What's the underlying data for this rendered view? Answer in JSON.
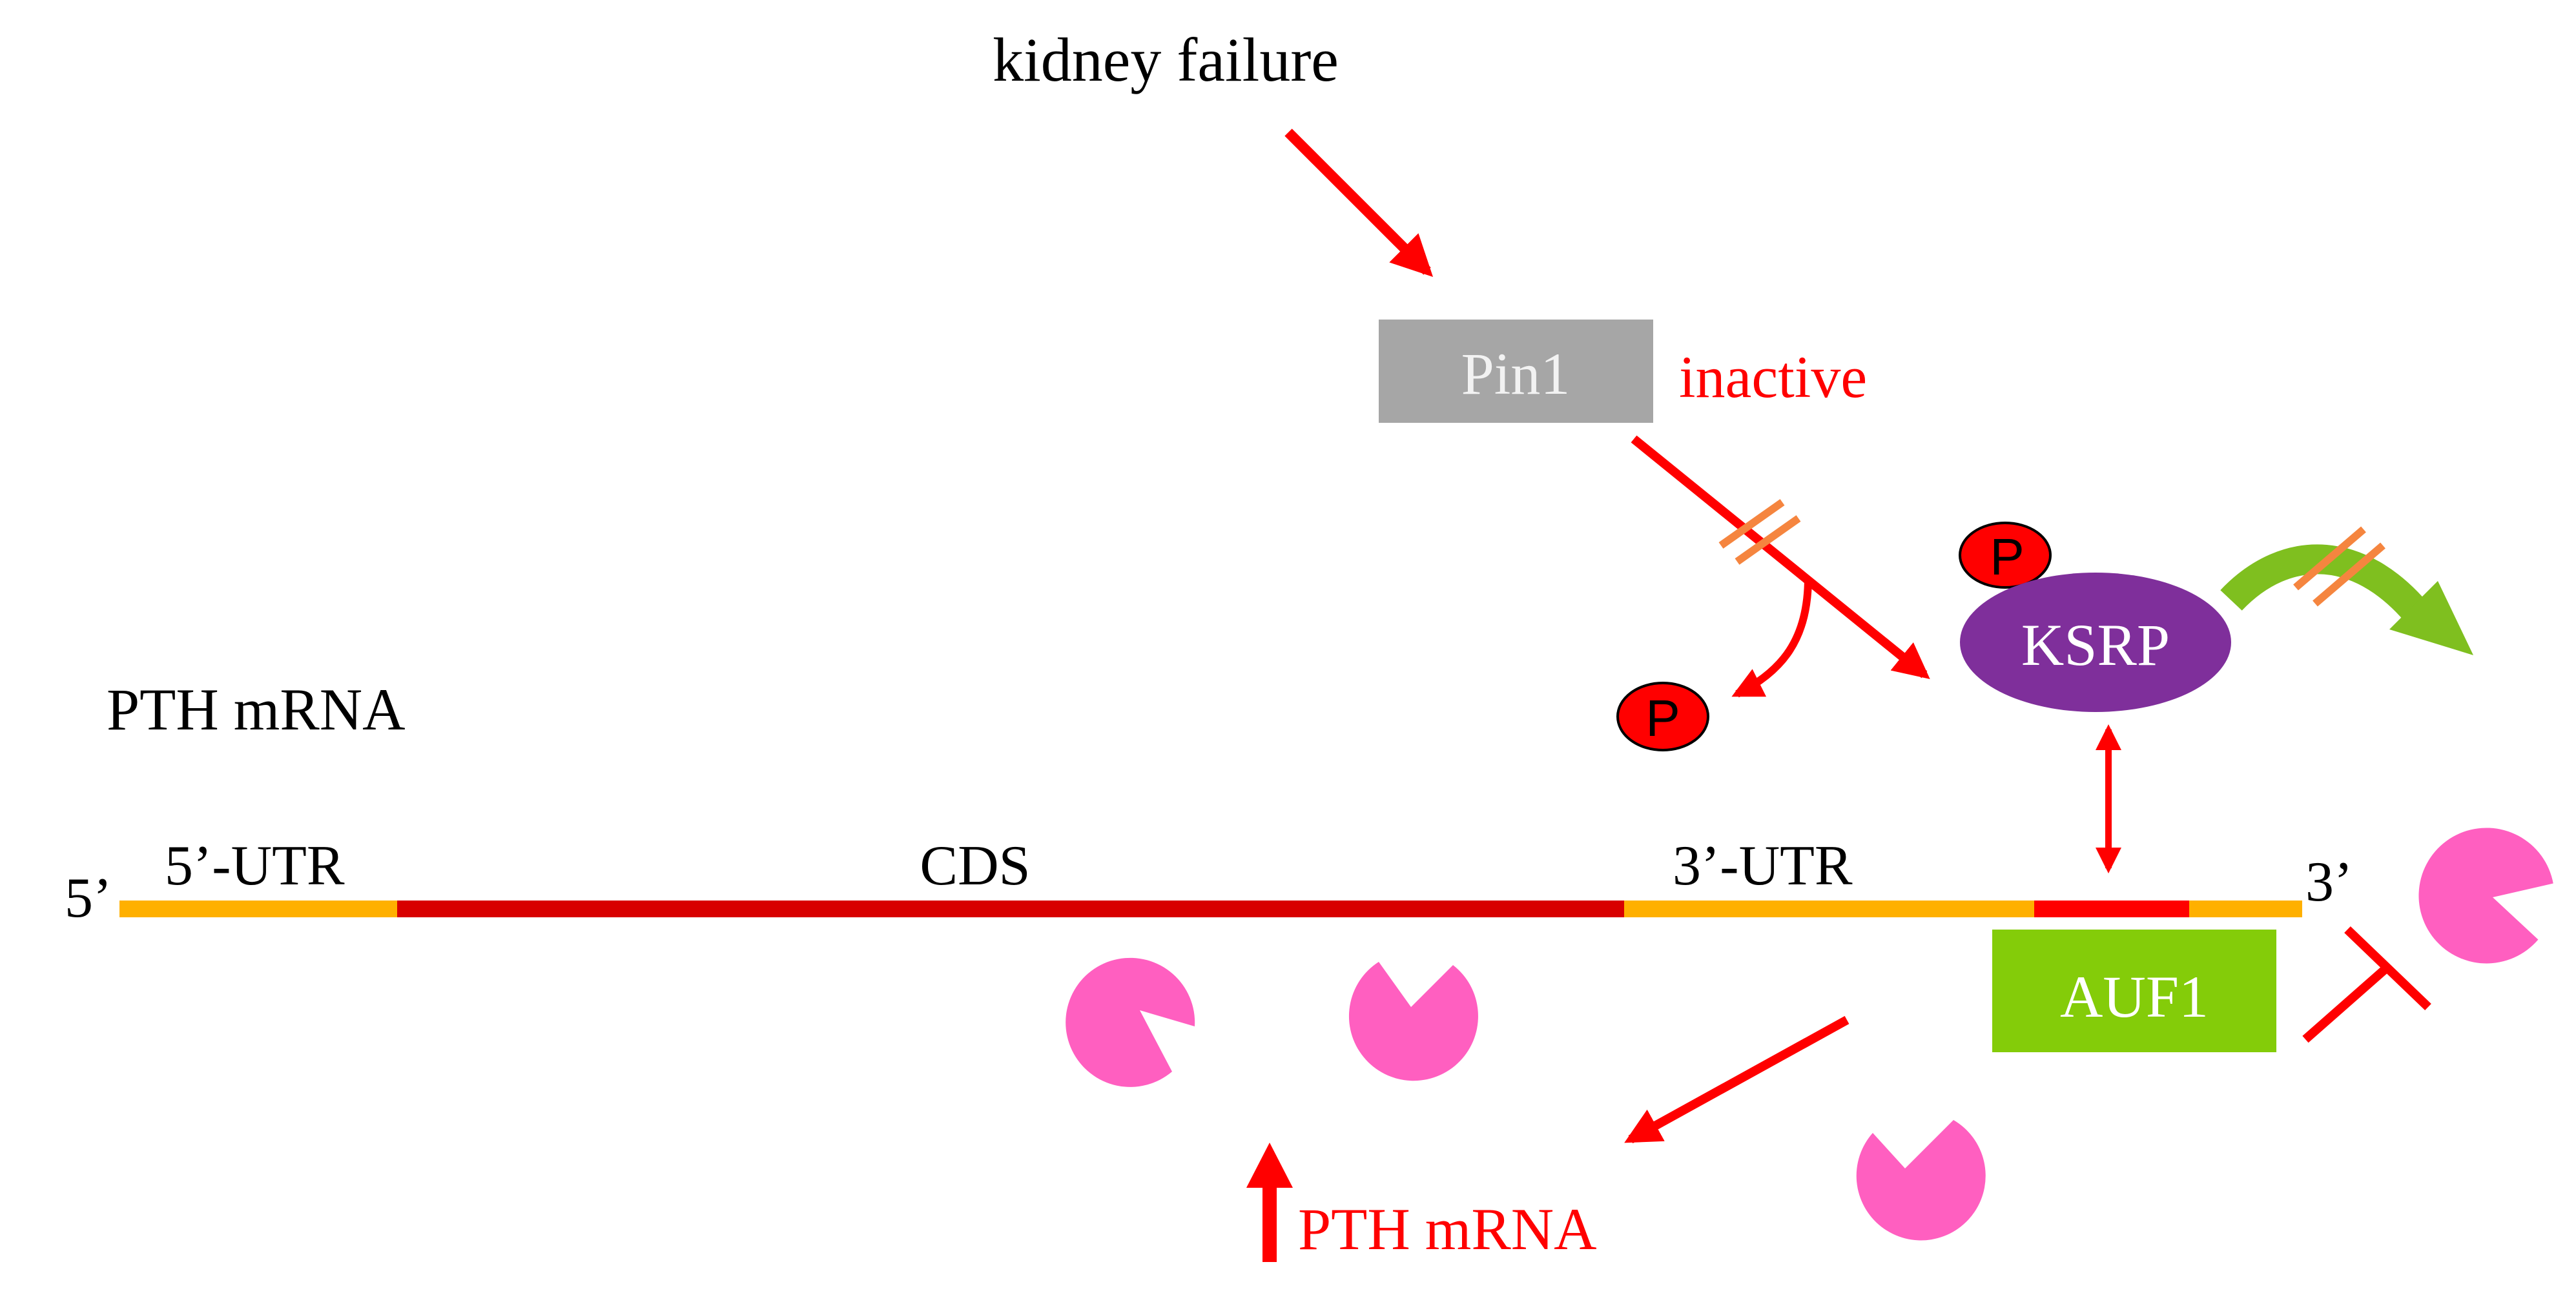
{
  "labels": {
    "kidney_failure": "kidney failure",
    "pin1": "Pin1",
    "inactive": "inactive",
    "phospho": "P",
    "ksrp": "KSRP",
    "pth_mrna_title": "PTH mRNA",
    "five_prime": "5’",
    "five_utr": "5’-UTR",
    "cds": "CDS",
    "three_utr": "3’-UTR",
    "three_prime": "3’",
    "auf1": "AUF1",
    "pth_mrna_result": "PTH mRNA"
  },
  "colors": {
    "arrow_red": "#ff0000",
    "inhibit_orange": "#f5853f",
    "pin1_gray": "#a6a6a6",
    "ksrp_purple": "#7f2f9b",
    "auf1_green": "#84cc09",
    "cds_red": "#d80000",
    "utr_orange": "#ffb000",
    "pacman_pink": "#ff5fc0",
    "green_arrow": "#7fbf1f",
    "phospho_red": "#ff0000"
  }
}
